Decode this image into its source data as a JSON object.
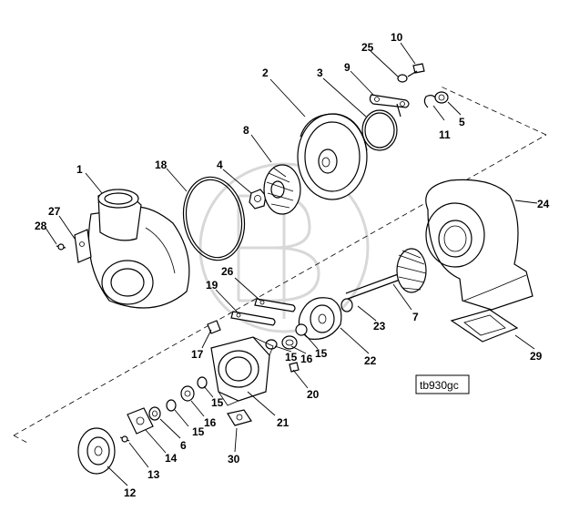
{
  "figure": {
    "reference_code": "tb930gc",
    "callouts": [
      {
        "id": "c1",
        "text": "1"
      },
      {
        "id": "c2",
        "text": "2"
      },
      {
        "id": "c3",
        "text": "3"
      },
      {
        "id": "c4",
        "text": "4"
      },
      {
        "id": "c5",
        "text": "5"
      },
      {
        "id": "c6",
        "text": "6"
      },
      {
        "id": "c7",
        "text": "7"
      },
      {
        "id": "c8",
        "text": "8"
      },
      {
        "id": "c9",
        "text": "9"
      },
      {
        "id": "c10",
        "text": "10"
      },
      {
        "id": "c11",
        "text": "11"
      },
      {
        "id": "c12",
        "text": "12"
      },
      {
        "id": "c13",
        "text": "13"
      },
      {
        "id": "c14",
        "text": "14"
      },
      {
        "id": "c15a",
        "text": "15"
      },
      {
        "id": "c15b",
        "text": "15"
      },
      {
        "id": "c15c",
        "text": "15"
      },
      {
        "id": "c15d",
        "text": "15"
      },
      {
        "id": "c16a",
        "text": "16"
      },
      {
        "id": "c16b",
        "text": "16"
      },
      {
        "id": "c17",
        "text": "17"
      },
      {
        "id": "c18",
        "text": "18"
      },
      {
        "id": "c19",
        "text": "19"
      },
      {
        "id": "c20",
        "text": "20"
      },
      {
        "id": "c21",
        "text": "21"
      },
      {
        "id": "c22",
        "text": "22"
      },
      {
        "id": "c23",
        "text": "23"
      },
      {
        "id": "c24",
        "text": "24"
      },
      {
        "id": "c25",
        "text": "25"
      },
      {
        "id": "c26",
        "text": "26"
      },
      {
        "id": "c27",
        "text": "27"
      },
      {
        "id": "c28",
        "text": "28"
      },
      {
        "id": "c29",
        "text": "29"
      },
      {
        "id": "c30",
        "text": "30"
      }
    ]
  }
}
